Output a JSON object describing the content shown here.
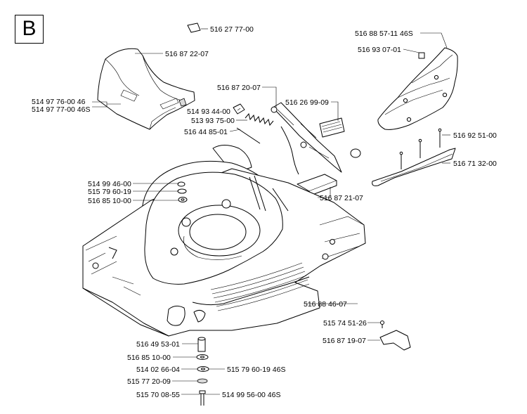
{
  "section": {
    "letter": "B"
  },
  "parts": [
    "516 27 77-00",
    "516 87 22-07",
    "514 97 76-00 46",
    "514 97 77-00 46S",
    "516 88 57-11 46S",
    "516 93 07-01",
    "516 87 20-07",
    "514 93 44-00",
    "513 93 75-00",
    "516 44 85-01",
    "516 26 99-09",
    "516 92 51-00",
    "516 71 32-00",
    "514 99 46-00",
    "515 79 60-19",
    "516 85 10-00",
    "516 87 21-07",
    "516 88 46-07",
    "515 74 51-26",
    "516 87 19-07",
    "516 49 53-01",
    "516 85 10-00",
    "514 02 66-04",
    "515 79 60-19 46S",
    "515 77 20-09",
    "515 70 08-55",
    "514 99 56-00 46S"
  ]
}
